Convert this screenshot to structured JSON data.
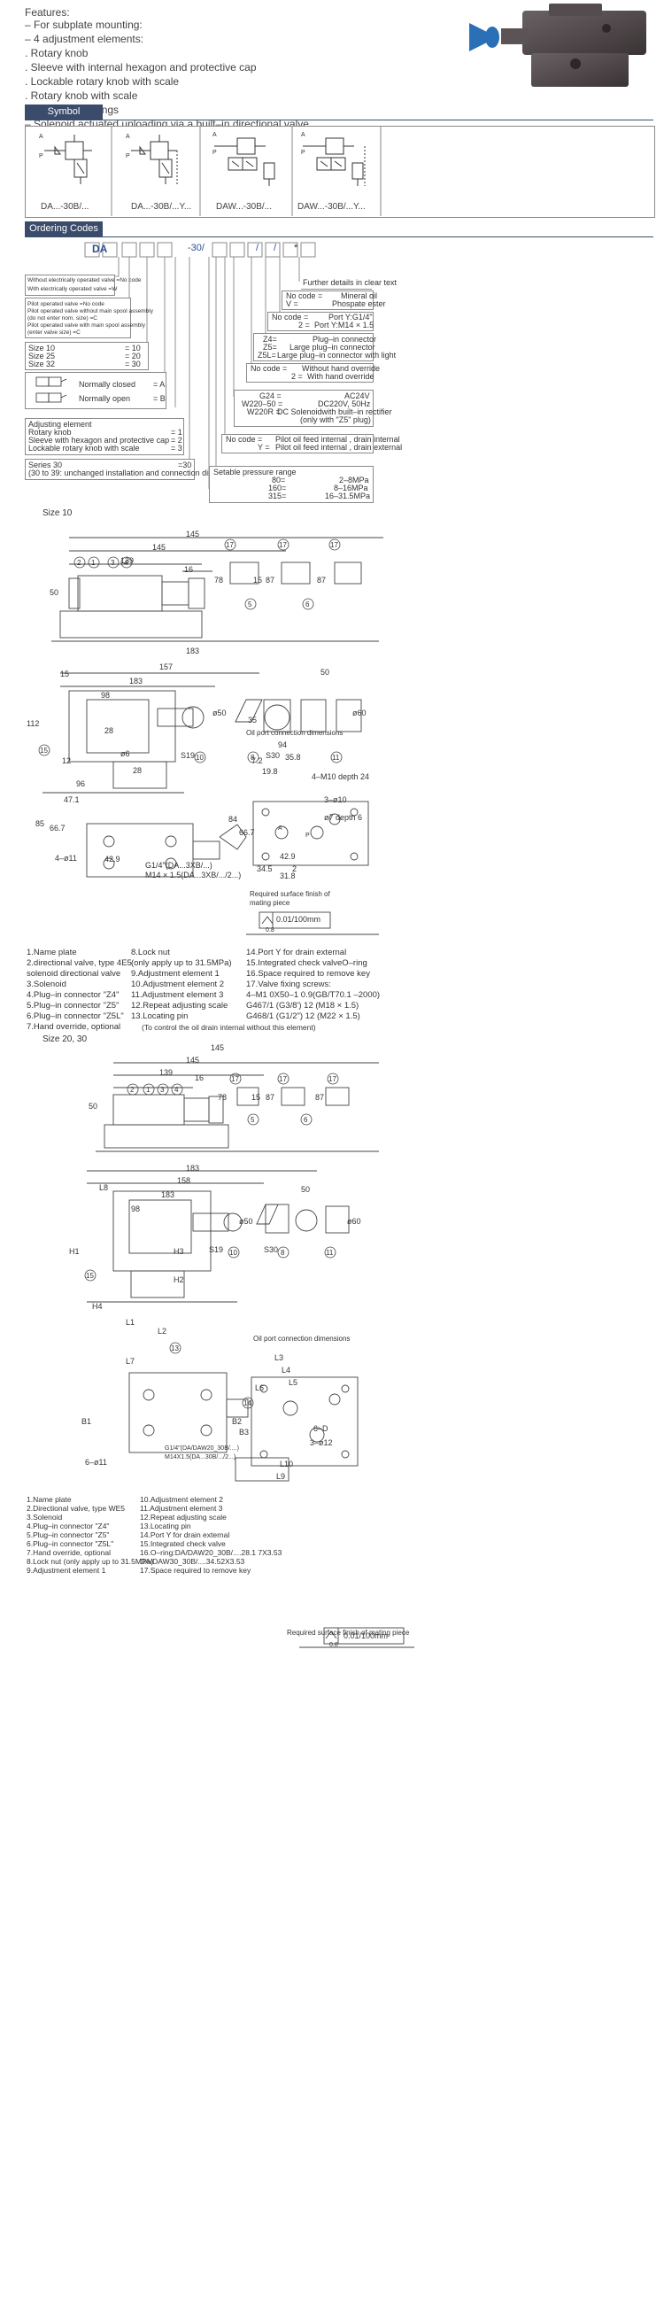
{
  "features": {
    "title": "Features:",
    "items": [
      "– For subplate mounting:",
      "– 4 adjustment elements:",
      ". Rotary knob",
      ". Sleeve with internal hexagon and protective cap",
      ". Lockable rotary knob with scale",
      ". Rotary knob with scale",
      "– 3 pressure ratings",
      "– Solenoid actuated unloading via a built–in directional valve"
    ]
  },
  "symbol": {
    "tab": "Symbol",
    "captions": [
      "DA...-30B/...",
      "DA...-30B/...Y...",
      "DAW...-30B/...",
      "DAW...-30B/...Y..."
    ]
  },
  "ordering": {
    "tab": "Ordering Codes",
    "code_start": "DA",
    "code_series": "-30/",
    "code_slash1": "/",
    "code_slash2": "/",
    "code_star": "*",
    "solenoid_box": [
      "Without electrically operated valve =No code",
      "With electrically operated valve   =W"
    ],
    "pilot_box": [
      "Pilot operated valve                    =No code",
      "Pilot operated valve without main spool assembly",
      "(do not enter nom. size)                 =C",
      "Pilot operated valve with main spool assembly",
      "(enter valve  size)                       =C"
    ],
    "size_box": [
      {
        "k": "Size 10",
        "v": "= 10"
      },
      {
        "k": "Size 25",
        "v": "= 20"
      },
      {
        "k": "Size 32",
        "v": "= 30"
      }
    ],
    "valve_box": [
      {
        "k": "Normally closed",
        "v": "= A"
      },
      {
        "k": "Normally open",
        "v": "= B"
      }
    ],
    "adjust_box": {
      "title": "Adjusting element",
      "rows": [
        {
          "k": "Rotary knob",
          "v": "= 1"
        },
        {
          "k": "Sleeve with hexagon and protective cap",
          "v": "= 2"
        },
        {
          "k": "Lockable rotary knob with scale",
          "v": "= 3"
        }
      ]
    },
    "series_box": {
      "k": "Series 30",
      "v": "=30",
      "note": "(30 to 39: unchanged installation and connection dimensions)"
    },
    "further": "Further details in clear text",
    "seal_box": [
      {
        "k": "No code =",
        "v": "Mineral oil"
      },
      {
        "k": "V =",
        "v": "Phospate ester"
      }
    ],
    "port_box": [
      {
        "k": "No code =",
        "v": "Port Y:G1/4\""
      },
      {
        "k": "2 =",
        "v": "Port Y:M14 × 1.5"
      }
    ],
    "plug_box": [
      {
        "k": "Z4=",
        "v": "Plug–in connector"
      },
      {
        "k": "Z5=",
        "v": "Large plug–in connector"
      },
      {
        "k": "Z5L=",
        "v": "Large plug–in connector with light"
      }
    ],
    "override_box": [
      {
        "k": "No code =",
        "v": "Without hand override"
      },
      {
        "k": "2 =",
        "v": "With hand override"
      }
    ],
    "voltage_box": [
      {
        "k": "G24 =",
        "v": "AC24V"
      },
      {
        "k": "W220–50 =",
        "v": "DC220V, 50Hz"
      },
      {
        "k": "W220R =",
        "v": "DC Solenoidwith built–in rectifier"
      },
      {
        "k": "",
        "v": "(only with  \"Z5\" plug)"
      }
    ],
    "drain_box": [
      {
        "k": "No code =",
        "v": "Pilot oil feed internal , drain internal"
      },
      {
        "k": "Y =",
        "v": "Pilot oil feed internal , drain external"
      }
    ],
    "pressure_box": {
      "title": "Setable pressure range",
      "rows": [
        {
          "k": "80=",
          "v": "2–8MPa"
        },
        {
          "k": "160=",
          "v": "8–16MPa"
        },
        {
          "k": "315=",
          "v": "16–31.5MPa"
        }
      ]
    }
  },
  "size10": {
    "title": "Size 10",
    "dims": [
      "145",
      "145",
      "139",
      "16",
      "183",
      "157",
      "183",
      "98",
      "50",
      "15",
      "78",
      "15",
      "87",
      "87",
      "50",
      "112",
      "28",
      "28",
      "96",
      "12",
      "47.1",
      "85",
      "66.7",
      "42.9",
      "4–ø11",
      "ø6",
      "S19",
      "S30",
      "ø50",
      "ø60",
      "35"
    ],
    "thread_note": [
      "G1/4\"(DA...3XB/...)",
      "M14 × 1.5(DA...3XB/.../2...)"
    ],
    "port_title": "Oil port connection dimensions",
    "port_dims": [
      "94",
      "35.8",
      "19.8",
      "7.2",
      "4–M10 depth 24",
      "3–ø10",
      "ø7 depth 6",
      "84",
      "66.7",
      "34.5",
      "42.9",
      "31.8",
      "2"
    ],
    "finish_title": [
      "Required surface finish of",
      "mating piece"
    ],
    "finish_value": "0.01/100mm",
    "finish_rough": "0.8",
    "legend": [
      "1.Name plate",
      "2.directional valve, type 4E5",
      "   solenoid directional valve",
      "3.Solenoid",
      "4.Plug–in connector  \"Z4\"",
      "5.Plug–in connector  \"Z5\"",
      "6.Plug–in connector  \"Z5L\"",
      "7.Hand override, optional",
      "8.Lock nut",
      "   (only apply up to 31.5MPa)",
      "9.Adjustment element 1",
      "10.Adjustment element 2",
      "11.Adjustment element 3",
      "12.Repeat adjusting scale",
      "13.Locating pin",
      "(To control the oil drain internal without this element)",
      "14.Port Y for drain external",
      "15.Integrated check valveO–ring",
      "16.Space required to remove key",
      "17.Valve fixing screws:",
      "   4–M1 0X50–1 0.9(GB/T70.1 –2000)",
      "   G467/1 (G3/8')  12 (M18 × 1.5)",
      "   G468/1 (G1/2\")  12 (M22 × 1.5)"
    ]
  },
  "size2030": {
    "title": "Size 20, 30",
    "dims": [
      "145",
      "145",
      "139",
      "16",
      "183",
      "158",
      "183",
      "98",
      "50",
      "L8",
      "78",
      "15",
      "87",
      "87",
      "50",
      "H1",
      "H3",
      "H2",
      "H4",
      "L1",
      "L2",
      "L7",
      "L3",
      "L4",
      "L5",
      "L6",
      "L9",
      "L10",
      "B1",
      "B2",
      "B3",
      "6–ø11",
      "ø50",
      "ø60",
      "S19",
      "S30",
      "3–ø12",
      "6–D"
    ],
    "thread_note": [
      "G1/4\"(DA/DAW20_30B/....)",
      "M14X1.5(DA...30B/.../2...)"
    ],
    "port_title": "Oil port connection dimensions",
    "finish_title": "Required surface finish of mating piece",
    "finish_value": "0.01/100mm",
    "finish_rough": "0.8",
    "legend": [
      "1.Name plate",
      "2.Directional valve, type WE5",
      "3.Solenoid",
      "4.Plug–in connector \"Z4\"",
      "5.Plug–in connector \"Z5\"",
      "6.Plug–in connector \"Z5L\"",
      "7.Hand override, optional",
      "8.Lock nut (only apply up to 31.5MPa)",
      "9.Adjustment element 1",
      "10.Adjustment element 2",
      "11.Adjustment element 3",
      "12.Repeat adjusting scale",
      "13.Locating pin",
      "14.Port Y for drain external",
      "15.Integrated check valve",
      "16.O–ring:DA/DAW20_30B/....28.1 7X3.53",
      "              DA/DAW30_30B/....34.52X3.53",
      "17.Space required to remove key"
    ]
  },
  "colors": {
    "banner": "#3b4b6b",
    "line": "#555555",
    "box": "#8a8a8a",
    "valve_body": "#4e4648"
  }
}
